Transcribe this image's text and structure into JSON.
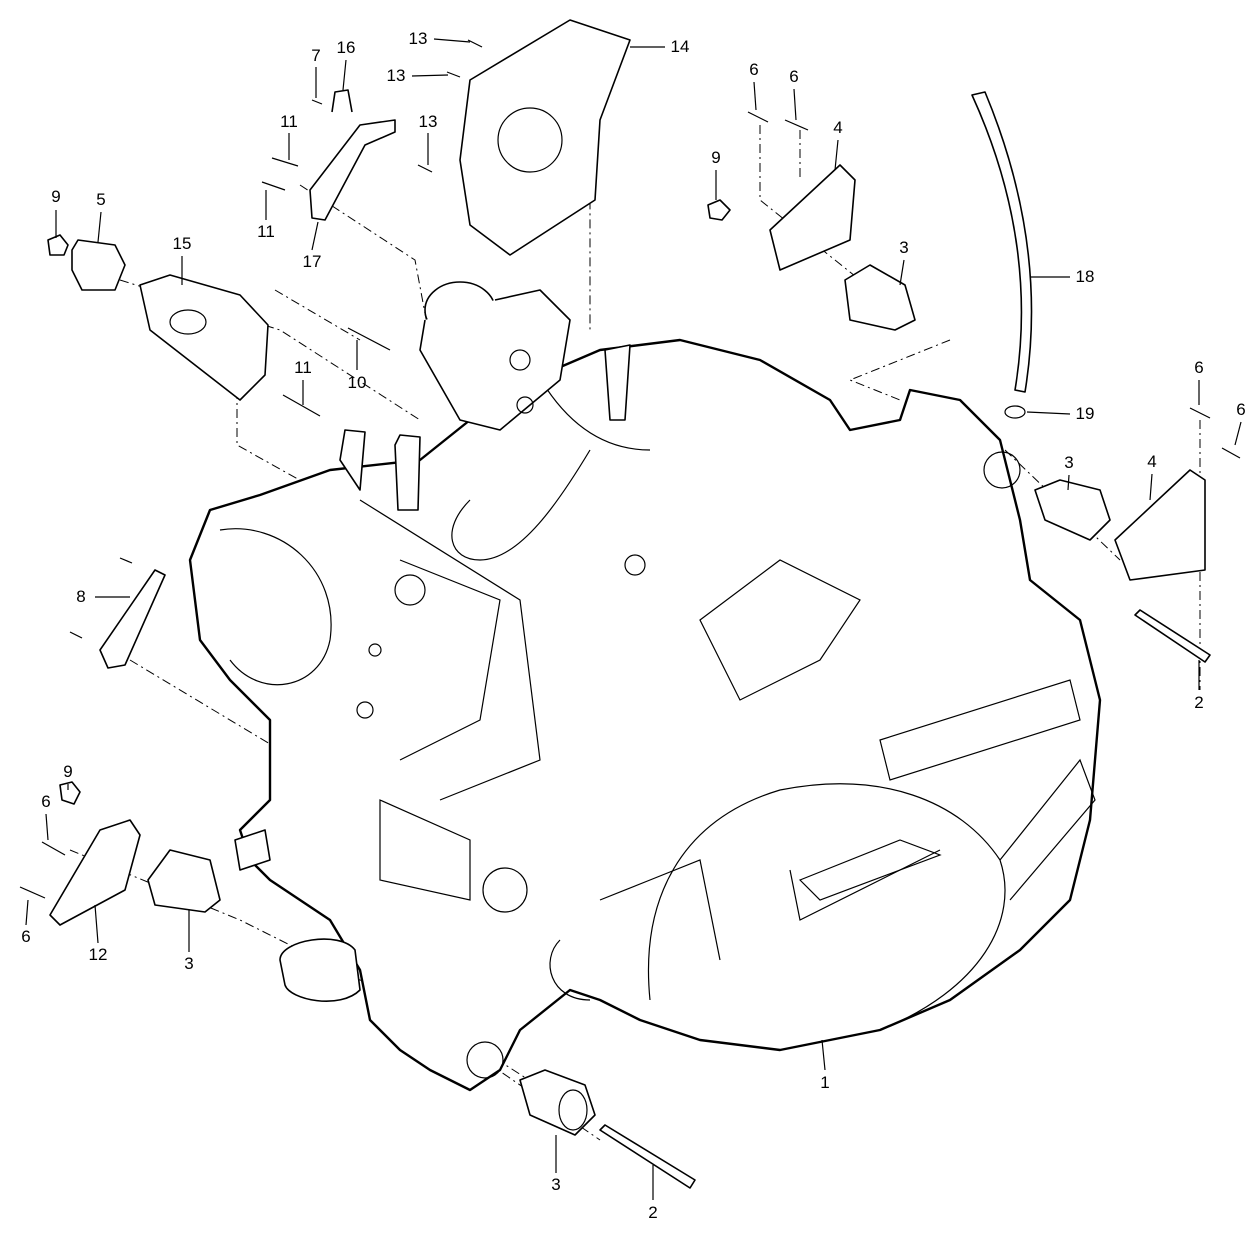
{
  "diagram": {
    "title": "Engine assembly exploded view",
    "callouts": {
      "c13a": "13",
      "c13b": "13",
      "c13c": "13",
      "c14": "14",
      "c7": "7",
      "c16": "16",
      "c11a": "11",
      "c11b": "11",
      "c11c": "11",
      "c17": "17",
      "c9a": "9",
      "c5": "5",
      "c15": "15",
      "c10": "10",
      "c6a": "6",
      "c6b": "6",
      "c4a": "4",
      "c9b": "9",
      "c3a": "3",
      "c18": "18",
      "c19": "19",
      "c6c": "6",
      "c6d": "6",
      "c4b": "4",
      "c3b": "3",
      "c2a": "2",
      "c8": "8",
      "c9c": "9",
      "c6e": "6",
      "c6f": "6",
      "c12": "12",
      "c3c": "3",
      "c1": "1",
      "c3d": "3",
      "c2b": "2"
    }
  }
}
